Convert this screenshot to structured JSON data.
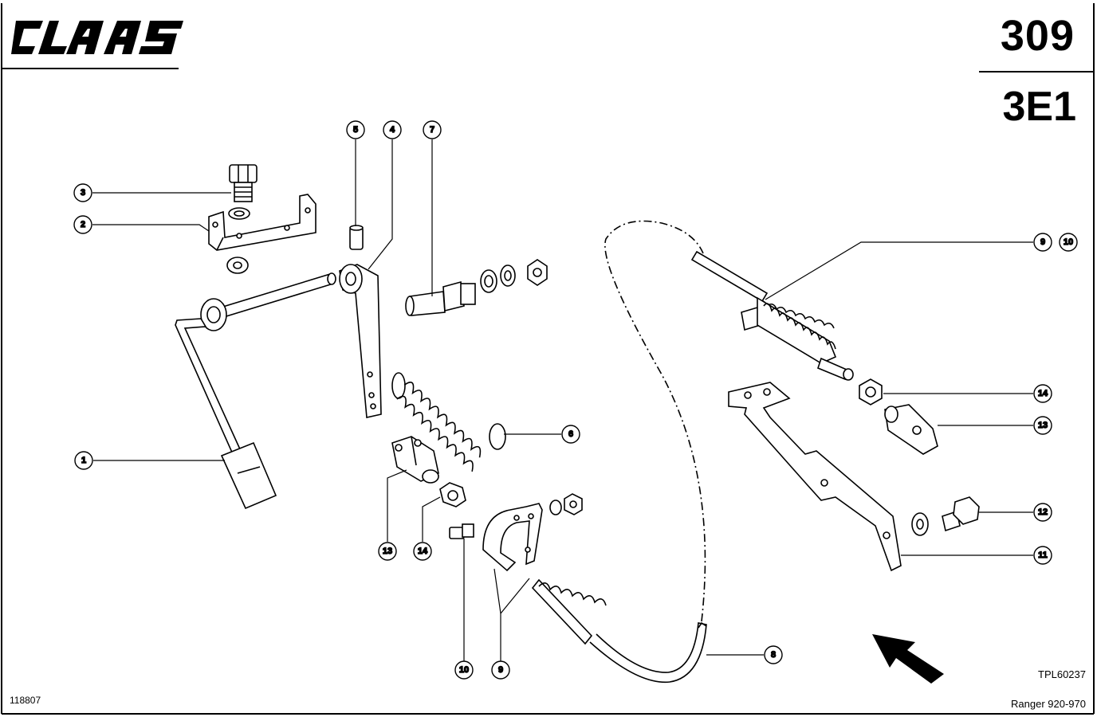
{
  "header": {
    "brand": "CLAAS",
    "page_number": "309",
    "group_code": "3E1"
  },
  "footer": {
    "document_code": "118807",
    "drawing_code": "TPL60237",
    "model": "Ranger 920-970"
  },
  "callouts": [
    {
      "id": "c1",
      "label": "1"
    },
    {
      "id": "c2",
      "label": "2"
    },
    {
      "id": "c3",
      "label": "3"
    },
    {
      "id": "c4",
      "label": "4"
    },
    {
      "id": "c5",
      "label": "5"
    },
    {
      "id": "c6",
      "label": "6"
    },
    {
      "id": "c7",
      "label": "7"
    },
    {
      "id": "c8",
      "label": "8"
    },
    {
      "id": "c9a",
      "label": "9"
    },
    {
      "id": "c10a",
      "label": "10"
    },
    {
      "id": "c11",
      "label": "11"
    },
    {
      "id": "c12",
      "label": "12"
    },
    {
      "id": "c13a",
      "label": "13"
    },
    {
      "id": "c13b",
      "label": "13"
    },
    {
      "id": "c14a",
      "label": "14"
    },
    {
      "id": "c14b",
      "label": "14"
    },
    {
      "id": "c9b",
      "label": "9"
    },
    {
      "id": "c10b",
      "label": "10"
    }
  ]
}
